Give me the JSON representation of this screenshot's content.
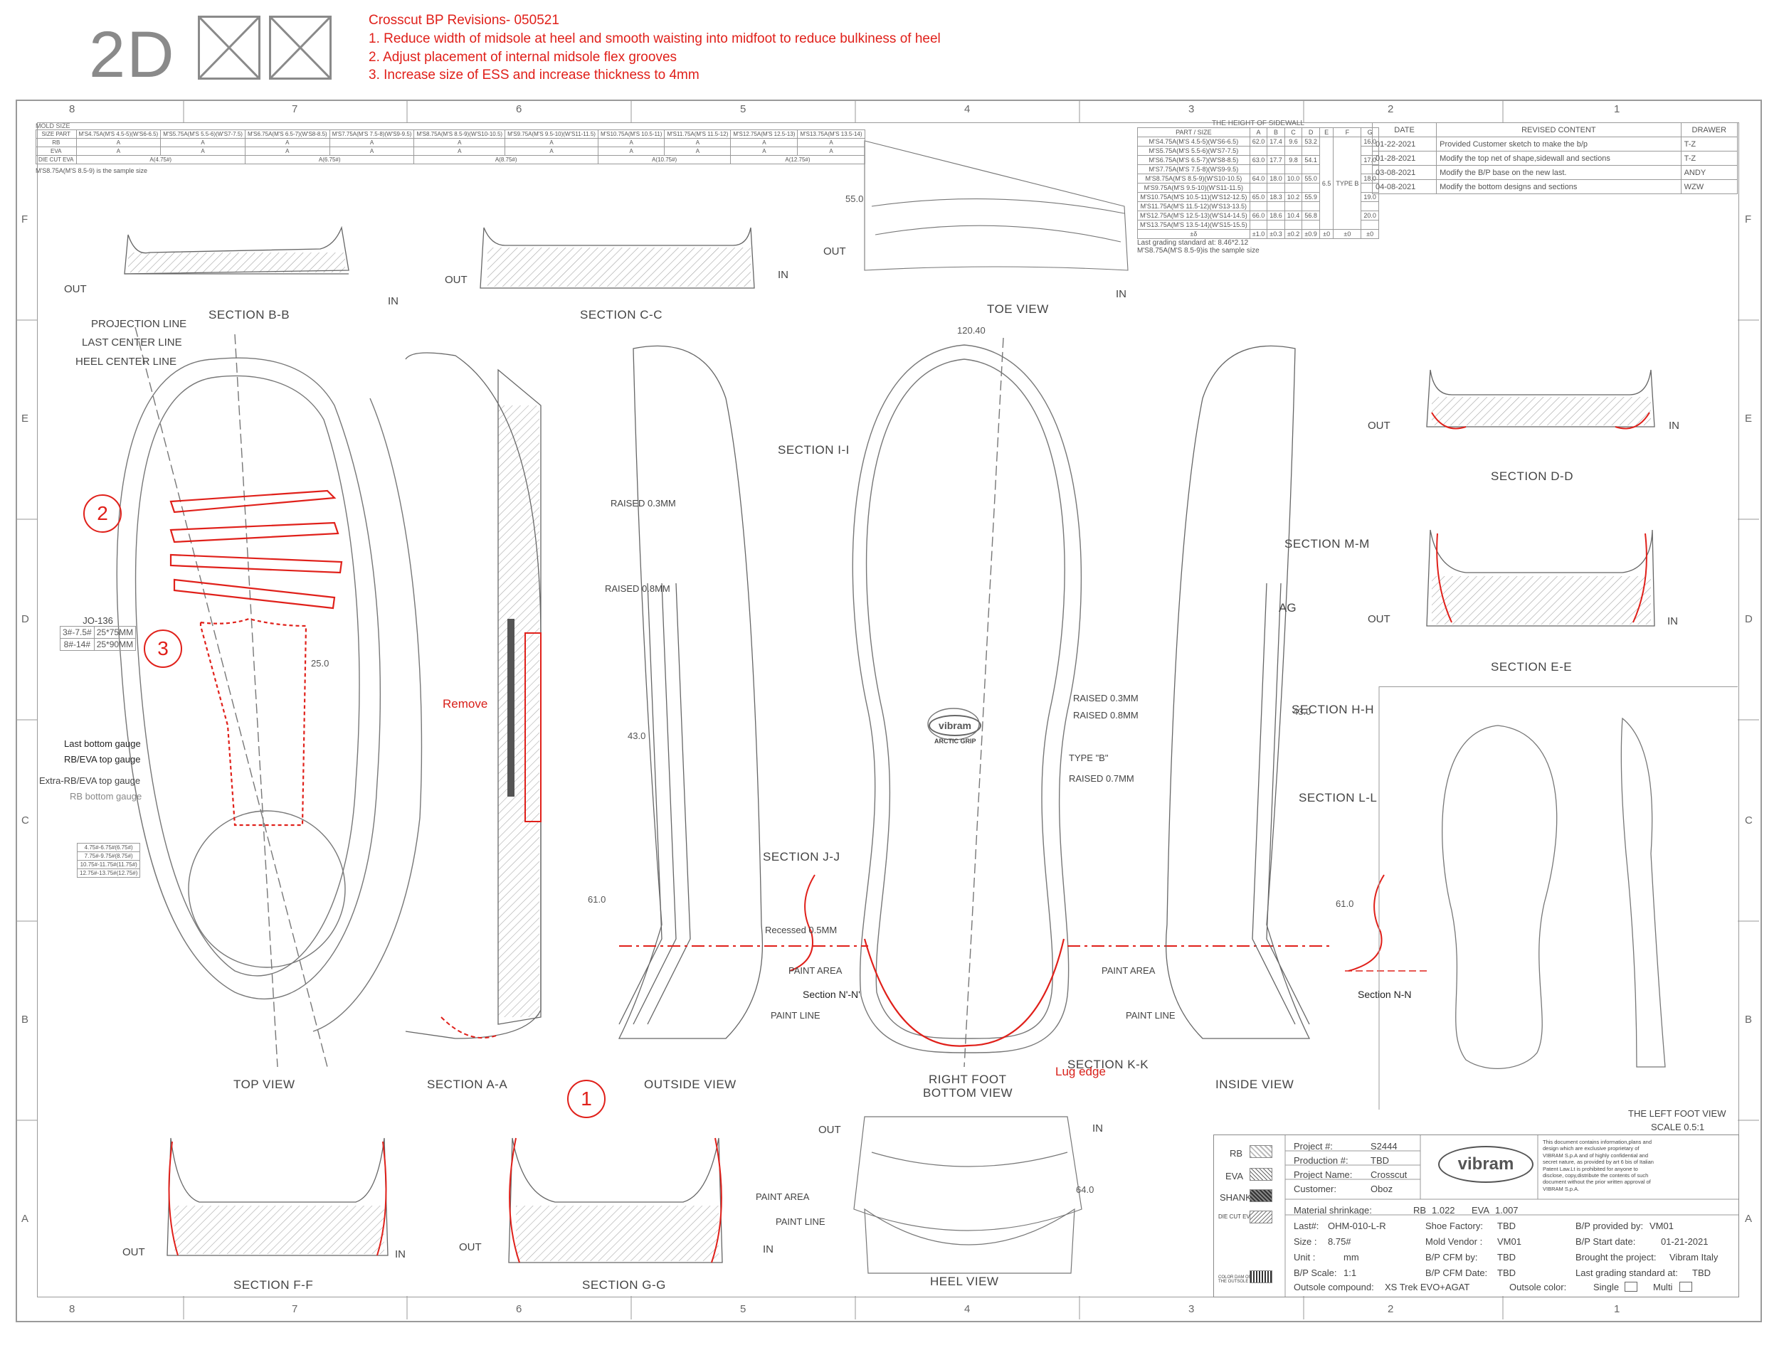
{
  "header": {
    "logo_text": "2D",
    "revision_title": "Crosscut BP Revisions- 050521",
    "revision_notes": [
      "1. Reduce width of midsole at heel and smooth waisting into midfoot to reduce bulkiness of heel",
      "2. Adjust placement of internal midsole flex grooves",
      "3. Increase size of ESS and increase thickness to 4mm"
    ]
  },
  "zones": {
    "columns": [
      "8",
      "7",
      "6",
      "5",
      "4",
      "3",
      "2",
      "1"
    ],
    "rows": [
      "F",
      "E",
      "D",
      "C",
      "B",
      "A"
    ]
  },
  "mold_size_table": {
    "title": "MOLD SIZE",
    "rows_labels": [
      "SIZE PART",
      "RB",
      "EVA",
      "DIE CUT EVA"
    ],
    "sizes": [
      "M'S4.75A(M'S 4.5-5)(W'S6-6.5)",
      "M'S5.75A(M'S 5.5-6)(W'S7-7.5)",
      "M'S6.75A(M'S 6.5-7)(W'S8-8.5)",
      "M'S7.75A(M'S 7.5-8)(W'S9-9.5)",
      "M'S8.75A(M'S 8.5-9)(W'S10-10.5)",
      "M'S9.75A(M'S 9.5-10)(W'S11-11.5)",
      "M'S10.75A(M'S 10.5-11)",
      "M'S11.75A(M'S 11.5-12)",
      "M'S12.75A(M'S 12.5-13)",
      "M'S13.75A(M'S 13.5-14)"
    ],
    "rb": [
      "A",
      "A",
      "A",
      "A",
      "A",
      "A",
      "A",
      "A",
      "A",
      "A"
    ],
    "eva": [
      "A",
      "A",
      "A",
      "A",
      "A",
      "A",
      "A",
      "A",
      "A",
      "A"
    ],
    "diecut": [
      "A(4.75#)",
      "A(6.75#)",
      "A(8.75#)",
      "A(10.75#)",
      "A(12.75#)"
    ],
    "note": "M'S8.75A(M'S 8.5-9) is the sample size"
  },
  "sidewall_table": {
    "title": "THE HEIGHT OF SIDEWALL",
    "part_label": "PART",
    "size_label": "SIZE",
    "letters": [
      "A",
      "B",
      "C",
      "D",
      "E",
      "F",
      "G"
    ],
    "rows": [
      {
        "size": "M'S4.75A(M'S 4.5-5)(W'S6-6.5)",
        "a": "62.0",
        "b": "17.4",
        "c": "9.6",
        "d": "53.2",
        "g": "16.0"
      },
      {
        "size": "M'S5.75A(M'S 5.5-6)(W'S7-7.5)",
        "a": "",
        "b": "",
        "c": "",
        "d": "",
        "g": ""
      },
      {
        "size": "M'S6.75A(M'S 6.5-7)(W'S8-8.5)",
        "a": "63.0",
        "b": "17.7",
        "c": "9.8",
        "d": "54.1",
        "g": "17.0"
      },
      {
        "size": "M'S7.75A(M'S 7.5-8)(W'S9-9.5)",
        "a": "",
        "b": "",
        "c": "",
        "d": "",
        "g": ""
      },
      {
        "size": "M'S8.75A(M'S 8.5-9)(W'S10-10.5)",
        "a": "64.0",
        "b": "18.0",
        "c": "10.0",
        "d": "55.0",
        "e": "6.5",
        "f": "TYPE B",
        "g": "18.0"
      },
      {
        "size": "M'S9.75A(M'S 9.5-10)(W'S11-11.5)",
        "a": "",
        "b": "",
        "c": "",
        "d": "",
        "g": ""
      },
      {
        "size": "M'S10.75A(M'S 10.5-11)(W'S12-12.5)",
        "a": "65.0",
        "b": "18.3",
        "c": "10.2",
        "d": "55.9",
        "g": "19.0"
      },
      {
        "size": "M'S11.75A(M'S 11.5-12)(W'S13-13.5)",
        "a": "",
        "b": "",
        "c": "",
        "d": "",
        "g": ""
      },
      {
        "size": "M'S12.75A(M'S 12.5-13)(W'S14-14.5)",
        "a": "66.0",
        "b": "18.6",
        "c": "10.4",
        "d": "56.8",
        "g": "20.0"
      },
      {
        "size": "M'S13.75A(M'S 13.5-14)(W'S15-15.5)",
        "a": "",
        "b": "",
        "c": "",
        "d": "",
        "g": ""
      }
    ],
    "tolerance": [
      "±0",
      "±1.0",
      "±0.3",
      "±0.2",
      "±0.9",
      "±0",
      "±0"
    ],
    "tolerance_label": "±δ",
    "note1": "Last grading standard at: 8.46*2.12",
    "note2": "M'S8.75A(M'S 8.5-9)is the sample size"
  },
  "revision_table": {
    "headers": [
      "DATE",
      "REVISED CONTENT",
      "DRAWER"
    ],
    "rows": [
      {
        "date": "01-22-2021",
        "content": "Provided Customer sketch to make the b/p",
        "drawer": "T-Z"
      },
      {
        "date": "01-28-2021",
        "content": "Modify the top net of shape,sidewall and sections",
        "drawer": "T-Z"
      },
      {
        "date": "03-08-2021",
        "content": "Modify the B/P base on the new last.",
        "drawer": "ANDY"
      },
      {
        "date": "04-08-2021",
        "content": "Modify the bottom designs and sections",
        "drawer": "WZW"
      }
    ]
  },
  "views": {
    "section_bb": "SECTION B-B",
    "section_cc": "SECTION C-C",
    "toe_view": "TOE VIEW",
    "section_dd": "SECTION D-D",
    "section_ee": "SECTION E-E",
    "section_mm": "SECTION M-M",
    "section_hh": "SECTION H-H",
    "section_ll": "SECTION L-L",
    "section_ii": "SECTION I-I",
    "section_jj": "SECTION J-J",
    "section_kk": "SECTION K-K",
    "section_aa": "SECTION A-A",
    "section_ff": "SECTION F-F",
    "section_gg": "SECTION G-G",
    "section_nn_left": "Section N'-N'",
    "section_nn_right": "Section N-N",
    "top_view": "TOP VIEW",
    "outside_view": "OUTSIDE VIEW",
    "bottom_view_line1": "RIGHT FOOT",
    "bottom_view_line2": "BOTTOM VIEW",
    "inside_view": "INSIDE VIEW",
    "heel_view": "HEEL VIEW",
    "left_foot_view": "THE LEFT FOOT VIEW",
    "scale_label": "SCALE 0.5:1"
  },
  "top_view_labels": {
    "projection_line": "PROJECTION LINE",
    "last_center_line": "LAST CENTER LINE",
    "heel_center_line": "HEEL CENTER LINE",
    "jo_title": "JO-136",
    "jo_rows": [
      [
        "3#-7.5#",
        "25*75MM"
      ],
      [
        "8#-14#",
        "25*90MM"
      ]
    ],
    "last_bottom_gauge": "Last bottom gauge",
    "rb_eva_top_gauge": "RB/EVA top gauge",
    "extra_gauge": "Extra-RB/EVA top gauge",
    "rb_bottom_gauge": "RB bottom gauge",
    "size_list": [
      "4.75#-6.75#(6.75#)",
      "7.75#-9.75#(8.75#)",
      "10.75#-11.75#(11.75#)",
      "12.75#-13.75#(12.75#)"
    ]
  },
  "annotations": {
    "remove": "Remove",
    "lug_edge": "Lug edge",
    "raised_03": "RAISED 0.3MM",
    "raised_08": "RAISED 0.8MM",
    "raised_07": "RAISED 0.7MM",
    "recessed": "Recessed 0.5MM",
    "paint_area": "PAINT AREA",
    "paint_line": "PAINT LINE",
    "type_b": "TYPE \"B\"",
    "out": "OUT",
    "in": "IN",
    "ag": "AG",
    "brand_logo": "vibram",
    "arctic_grip": "ARCTIC GRIP"
  },
  "circled_markers": [
    "1",
    "2",
    "3"
  ],
  "dimensions": {
    "overall_width": "120.40",
    "heel_width": "64.0",
    "toe_height": "55.0",
    "side_height": "61.0",
    "len_43": "43.0",
    "w_2575": "25.0"
  },
  "title_block": {
    "material_legend": [
      "RB",
      "EVA",
      "SHANK",
      "DIE CUT EVA"
    ],
    "color_note": "COLOR DAM ON THE OUTSOLE",
    "project_no_label": "Project #:",
    "project_no": "S2444",
    "production_label": "Production #:",
    "production": "TBD",
    "project_name_label": "Project Name:",
    "project_name": "Crosscut",
    "customer_label": "Customer:",
    "customer": "Oboz",
    "shrinkage_label": "Material shrinkage:",
    "shrinkage_rb_label": "RB",
    "shrinkage_rb": "1.022",
    "shrinkage_eva_label": "EVA",
    "shrinkage_eva": "1.007",
    "last_label": "Last#:",
    "last": "OHM-010-L-R",
    "size_label": "Size :",
    "size": "8.75#",
    "unit_label": "Unit :",
    "unit": "mm",
    "scale_label": "B/P Scale:",
    "scale": "1:1",
    "compound_label": "Outsole compound:",
    "compound": "XS Trek EVO+AGAT",
    "factory_label": "Shoe Factory:",
    "factory": "TBD",
    "vendor_label": "Mold Vendor :",
    "vendor": "VM01",
    "cfm_by_label": "B/P CFM by:",
    "cfm_by": "TBD",
    "cfm_date_label": "B/P CFM Date:",
    "cfm_date": "TBD",
    "color_label": "Outsole color:",
    "provided_label": "B/P provided by:",
    "provided": "VM01",
    "start_label": "B/P Start date:",
    "start": "01-21-2021",
    "brought_label": "Brought the project:",
    "brought": "Vibram Italy",
    "grading_label": "Last grading standard at:",
    "grading": "TBD",
    "single_label": "Single",
    "multi_label": "Multi",
    "legal": "This document contains information,plans and design which are exclusive proprietary of VIBRAM S.p.A and of highly confidential and secret nature, as provided by art 6 bis of Italian Patent Law.Lt is prohibited for anyone to disclose, copy,distribute the contents of such document without the prior written approval of VIBRAM S.p.A.",
    "logo": "vibram"
  },
  "colors": {
    "line": "#7a7a7a",
    "accent_red": "#e0201a",
    "frame": "#9a9a9a"
  }
}
